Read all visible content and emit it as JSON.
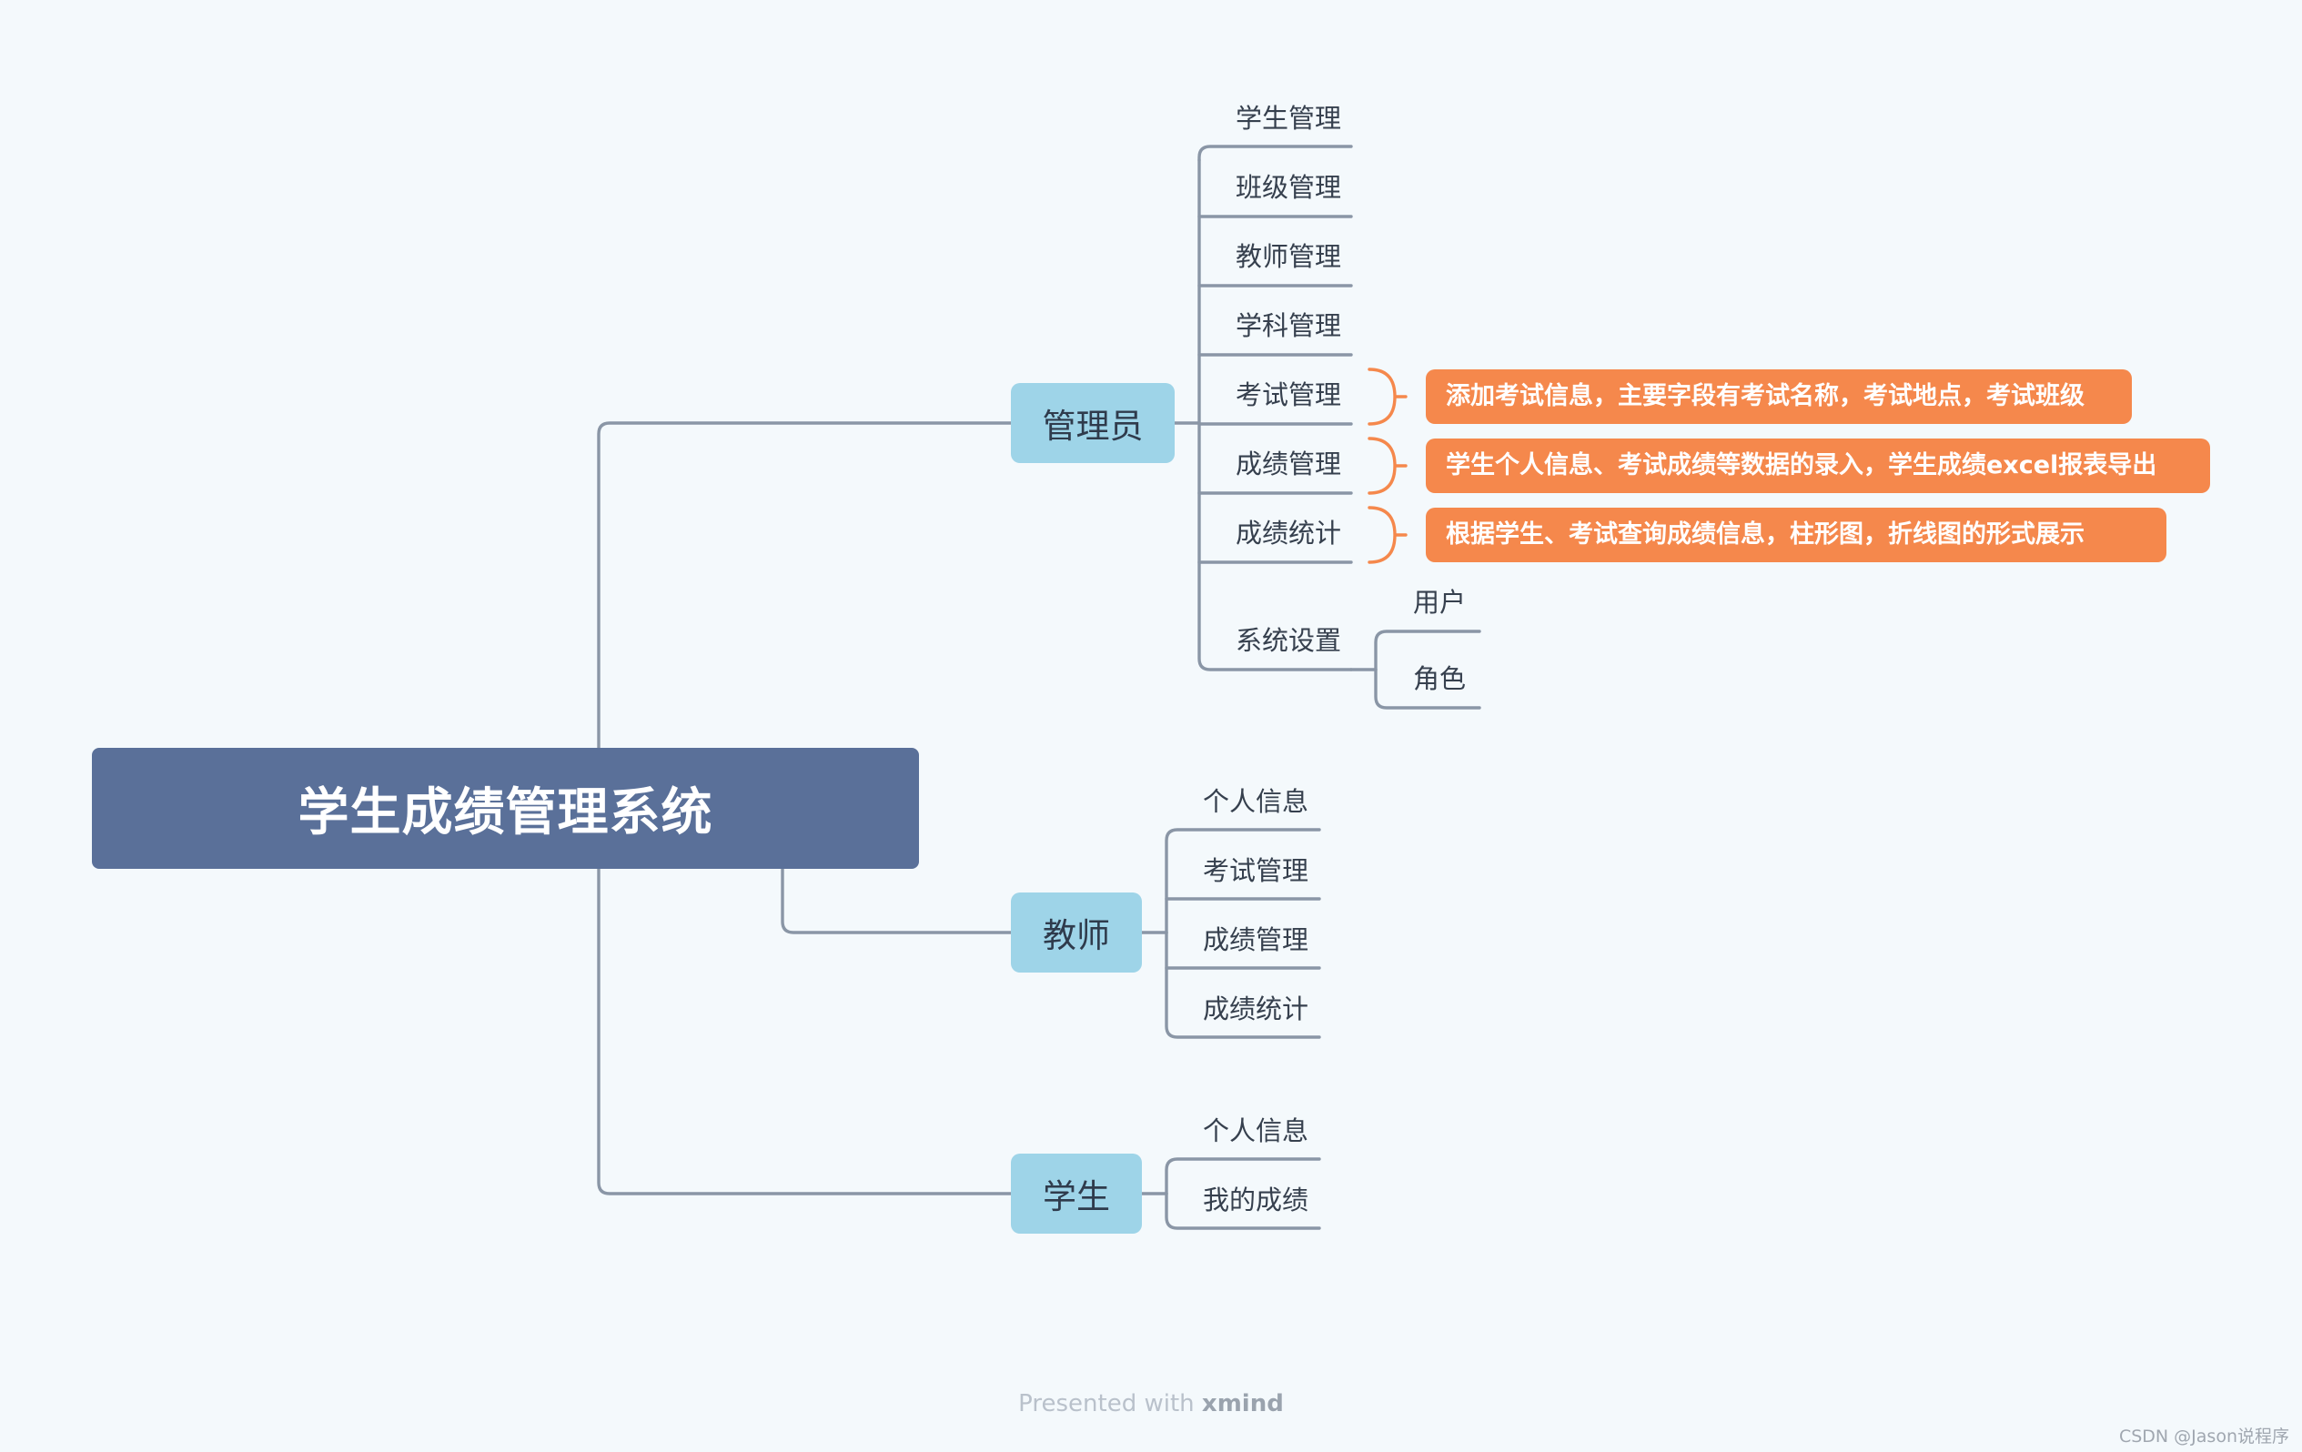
{
  "root": {
    "title": "学生成绩管理系统"
  },
  "admin": {
    "label": "管理员",
    "items": [
      "学生管理",
      "班级管理",
      "教师管理",
      "学科管理",
      "考试管理",
      "成绩管理",
      "成绩统计",
      "系统设置"
    ],
    "notes": [
      "添加考试信息，主要字段有考试名称，考试地点，考试班级",
      "学生个人信息、考试成绩等数据的录入，学生成绩excel报表导出",
      "根据学生、考试查询成绩信息，柱形图，折线图的形式展示"
    ],
    "settings_children": [
      "用户",
      "角色"
    ]
  },
  "teacher": {
    "label": "教师",
    "items": [
      "个人信息",
      "考试管理",
      "成绩管理",
      "成绩统计"
    ]
  },
  "student": {
    "label": "学生",
    "items": [
      "个人信息",
      "我的成绩"
    ]
  },
  "footer": {
    "prefix": "Presented with ",
    "brand": "xmind"
  },
  "watermark": "CSDN @Jason说程序"
}
